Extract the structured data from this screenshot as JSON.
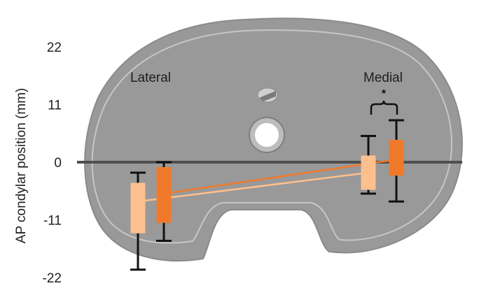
{
  "chart_data": {
    "type": "box",
    "ylabel": "AP condylar position (mm)",
    "yticks": [
      22,
      11,
      0,
      -11,
      -22
    ],
    "ylim": [
      -22,
      27
    ],
    "categories": [
      "Lateral",
      "Medial"
    ],
    "series": [
      {
        "color": "#fcc08f",
        "boxes": [
          {
            "category": "Lateral",
            "whisker_low": -20.5,
            "q1": -13.5,
            "median": -7.5,
            "q3": -4.0,
            "whisker_high": -2.0
          },
          {
            "category": "Medial",
            "whisker_low": -6.0,
            "q1": -5.2,
            "median": -2.0,
            "q3": 1.2,
            "whisker_high": 5.0
          }
        ]
      },
      {
        "color": "#f07a2a",
        "boxes": [
          {
            "category": "Lateral",
            "whisker_low": -15.0,
            "q1": -11.5,
            "median": -6.0,
            "q3": -1.0,
            "whisker_high": 0.0
          },
          {
            "category": "Medial",
            "whisker_low": -7.5,
            "q1": -2.5,
            "median": 0.5,
            "q3": 4.2,
            "whisker_high": 8.0
          }
        ]
      }
    ],
    "significance": {
      "between": "Medial",
      "label": "*"
    },
    "background": "tibial insert outline"
  }
}
